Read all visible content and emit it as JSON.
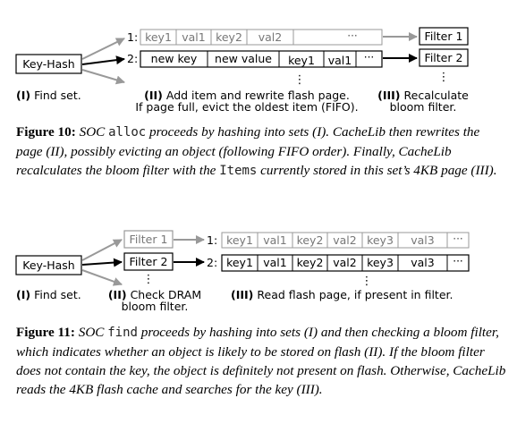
{
  "fig10": {
    "hash_box": "Key-Hash",
    "row1": {
      "index": "1:",
      "cells": [
        "key1",
        "val1",
        "key2",
        "val2",
        "···"
      ]
    },
    "row2": {
      "index": "2:",
      "cells": [
        "new key",
        "new value",
        "key1",
        "val1",
        "···"
      ]
    },
    "filters": [
      "Filter 1",
      "Filter 2"
    ],
    "vdots": "⋮",
    "steps": {
      "s1_num": "(I)",
      "s1_text": "Find set.",
      "s2_num": "(II)",
      "s2_line1": "Add item and rewrite flash page.",
      "s2_line2": "If page full, evict the oldest item (FIFO).",
      "s3_num": "(III)",
      "s3_line1": "Recalculate",
      "s3_line2": "bloom filter."
    },
    "caption": {
      "label": "Figure 10:",
      "p1": " SOC ",
      "code1": "alloc",
      "p2": " proceeds by hashing into sets (I). CacheLib then rewrites the page (II), possibly evicting an object (following FIFO order). Finally, CacheLib recalculates the bloom filter with the ",
      "code2": "Items",
      "p3": " currently stored in this set’s 4KB page (III)."
    }
  },
  "fig11": {
    "hash_box": "Key-Hash",
    "filters": [
      "Filter 1",
      "Filter 2"
    ],
    "row1": {
      "index": "1:",
      "cells": [
        "key1",
        "val1",
        "key2",
        "val2",
        "key3",
        "val3",
        "···"
      ]
    },
    "row2": {
      "index": "2:",
      "cells": [
        "key1",
        "val1",
        "key2",
        "val2",
        "key3",
        "val3",
        "···"
      ]
    },
    "vdots": "⋮",
    "steps": {
      "s1_num": "(I)",
      "s1_text": "Find set.",
      "s2_num": "(II)",
      "s2_line1": "Check DRAM",
      "s2_line2": "bloom filter.",
      "s3_num": "(III)",
      "s3_text": "Read flash page, if present in filter."
    },
    "caption": {
      "label": "Figure 11:",
      "p1": " SOC ",
      "code1": "find",
      "p2": " proceeds by hashing into sets (I) and then checking a bloom filter, which indicates whether an object is likely to be stored on flash (II). If the bloom filter does not contain the key, the object is definitely not present on flash. Otherwise, CacheLib reads the 4KB flash cache and searches for the key (III)."
    }
  }
}
